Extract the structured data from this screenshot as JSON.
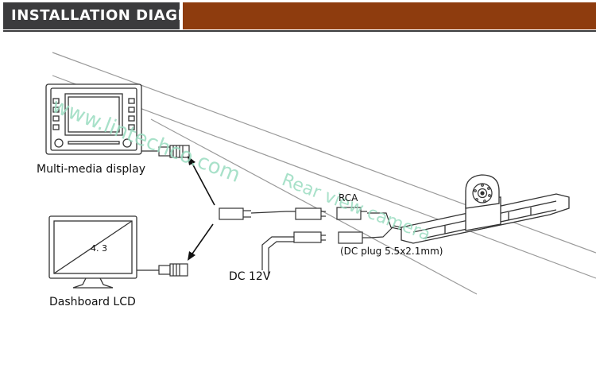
{
  "header": {
    "title": "INSTALLATION DIAGRAM"
  },
  "labels": {
    "multimedia": "Multi-media display",
    "dashboard": "Dashboard LCD",
    "aspect": "4. 3",
    "rca": "RCA",
    "dc_plug": "(DC plug 5.5x2.1mm)",
    "dc12v": "DC 12V"
  },
  "watermarks": {
    "site": "www.lintechco.com",
    "camera": "Rear view camera"
  },
  "colors": {
    "header_dark": "#3b3b3d",
    "header_accent": "#8e3c0e",
    "watermark": "#9adcc0"
  }
}
